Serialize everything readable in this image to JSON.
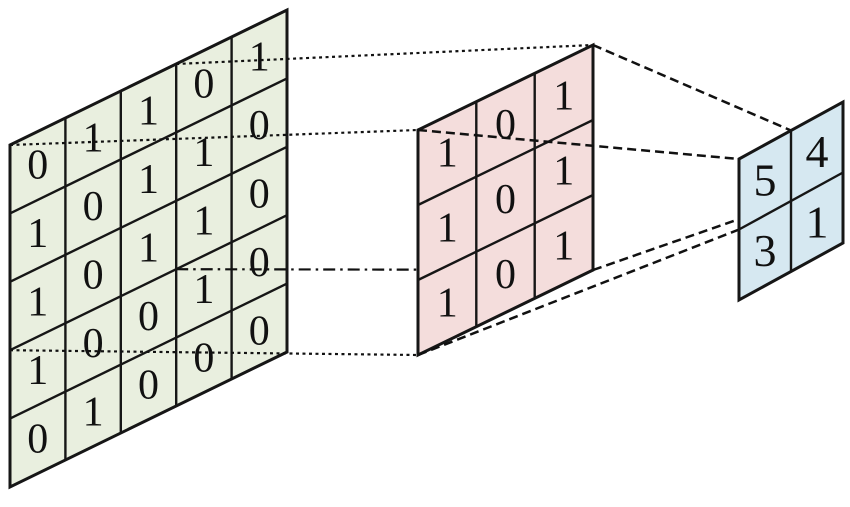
{
  "figure": {
    "input_matrix": {
      "fill": "#e9efdf",
      "values": [
        [
          0,
          1,
          1,
          0,
          1
        ],
        [
          1,
          0,
          1,
          1,
          0
        ],
        [
          1,
          0,
          1,
          1,
          0
        ],
        [
          1,
          0,
          0,
          1,
          0
        ],
        [
          0,
          1,
          0,
          0,
          0
        ]
      ]
    },
    "kernel_matrix": {
      "fill": "#f4dddc",
      "values": [
        [
          1,
          0,
          1
        ],
        [
          1,
          0,
          1
        ],
        [
          1,
          0,
          1
        ]
      ]
    },
    "output_matrix": {
      "fill": "#d6e8f1",
      "values": [
        [
          5,
          4
        ],
        [
          3,
          1
        ]
      ]
    },
    "line_color": "#161616"
  }
}
